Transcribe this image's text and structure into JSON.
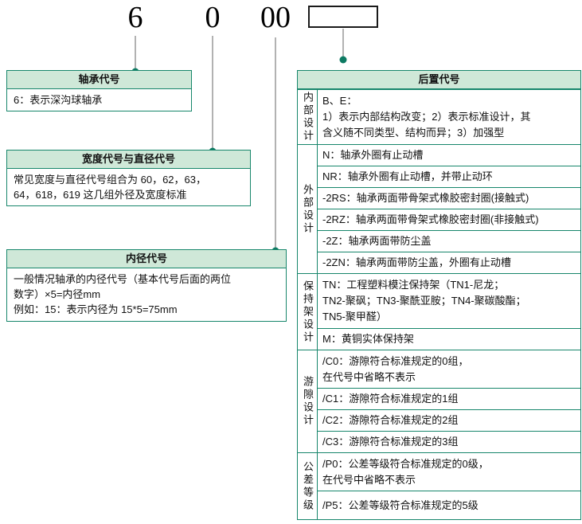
{
  "theme": {
    "accent_border": "#17866b",
    "header_bg": "#cfe8d8",
    "dot_color": "#0d7a62",
    "line_color": "#666666"
  },
  "top_code": {
    "digits": [
      "6",
      "0",
      "00"
    ]
  },
  "left_boxes": [
    {
      "title": "轴承代号",
      "body": "6：表示深沟球轴承"
    },
    {
      "title": "宽度代号与直径代号",
      "body": "常见宽度与直径代号组合为 60，62，63，\n64，618，619 这几组外径及宽度标准"
    },
    {
      "title": "内径代号",
      "body": "一般情况轴承的内径代号（基本代号后面的两位\n数字）×5=内径mm\n例如：15：表示内径为 15*5=75mm"
    }
  ],
  "suffix_table": {
    "title": "后置代号",
    "groups": [
      {
        "label": "内部设计",
        "rows": [
          "B、E：\n1）表示内部结构改变；2）表示标准设计，其\n含义随不同类型、结构而异；3）加强型"
        ]
      },
      {
        "label": "外部设计",
        "rows": [
          "N：轴承外圈有止动槽",
          "NR：轴承外圈有止动槽，并带止动环",
          "-2RS：轴承两面带骨架式橡胶密封圈(接触式)",
          "-2RZ：轴承两面带骨架式橡胶密封圈(非接触式)",
          "-2Z：轴承两面带防尘盖",
          "-2ZN：轴承两面带防尘盖，外圈有止动槽"
        ]
      },
      {
        "label": "保持架设计",
        "rows": [
          "TN：工程塑料模注保持架（TN1-尼龙；\nTN2-聚砜；TN3-聚酰亚胺；TN4-聚碳酸酯；\nTN5-聚甲醛）",
          "M：黄铜实体保持架"
        ]
      },
      {
        "label": "游隙设计",
        "rows": [
          "/C0：游隙符合标准规定的0组，\n在代号中省略不表示",
          "/C1：游隙符合标准规定的1组",
          "/C2：游隙符合标准规定的2组",
          "/C3：游隙符合标准规定的3组"
        ]
      },
      {
        "label": "公差等级",
        "rows": [
          "/P0：公差等级符合标准规定的0级，\n在代号中省略不表示",
          "/P5：公差等级符合标准规定的5级"
        ]
      }
    ]
  }
}
